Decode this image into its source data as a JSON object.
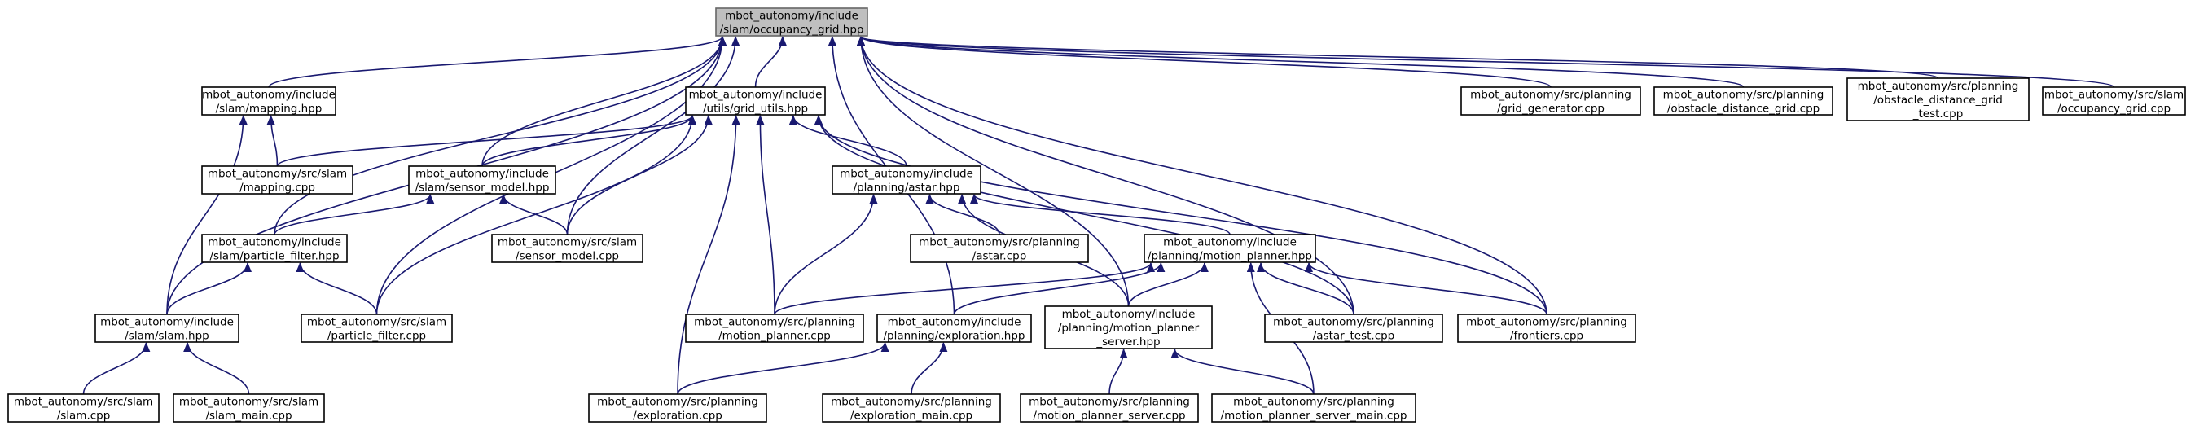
{
  "colors": {
    "edge": "#191970",
    "root_fill": "#bfbfbf",
    "node_border": "#000000"
  },
  "nodes": {
    "occupancy_grid_hpp": [
      "mbot_autonomy/include",
      "/slam/occupancy_grid.hpp"
    ],
    "mapping_hpp": [
      "mbot_autonomy/include",
      "/slam/mapping.hpp"
    ],
    "grid_utils_hpp": [
      "mbot_autonomy/include",
      "/utils/grid_utils.hpp"
    ],
    "grid_generator_cpp": [
      "mbot_autonomy/src/planning",
      "/grid_generator.cpp"
    ],
    "obstacle_distance_grid_cpp": [
      "mbot_autonomy/src/planning",
      "/obstacle_distance_grid.cpp"
    ],
    "obstacle_distance_grid_test_cpp": [
      "mbot_autonomy/src/planning",
      "/obstacle_distance_grid",
      "_test.cpp"
    ],
    "occupancy_grid_cpp": [
      "mbot_autonomy/src/slam",
      "/occupancy_grid.cpp"
    ],
    "mapping_cpp": [
      "mbot_autonomy/src/slam",
      "/mapping.cpp"
    ],
    "sensor_model_hpp": [
      "mbot_autonomy/include",
      "/slam/sensor_model.hpp"
    ],
    "astar_hpp": [
      "mbot_autonomy/include",
      "/planning/astar.hpp"
    ],
    "particle_filter_hpp": [
      "mbot_autonomy/include",
      "/slam/particle_filter.hpp"
    ],
    "sensor_model_cpp": [
      "mbot_autonomy/src/slam",
      "/sensor_model.cpp"
    ],
    "astar_cpp": [
      "mbot_autonomy/src/planning",
      "/astar.cpp"
    ],
    "motion_planner_hpp": [
      "mbot_autonomy/include",
      "/planning/motion_planner.hpp"
    ],
    "slam_hpp": [
      "mbot_autonomy/include",
      "/slam/slam.hpp"
    ],
    "particle_filter_cpp": [
      "mbot_autonomy/src/slam",
      "/particle_filter.cpp"
    ],
    "motion_planner_cpp": [
      "mbot_autonomy/src/planning",
      "/motion_planner.cpp"
    ],
    "exploration_hpp": [
      "mbot_autonomy/include",
      "/planning/exploration.hpp"
    ],
    "motion_planner_server_hpp": [
      "mbot_autonomy/include",
      "/planning/motion_planner",
      "_server.hpp"
    ],
    "astar_test_cpp": [
      "mbot_autonomy/src/planning",
      "/astar_test.cpp"
    ],
    "frontiers_cpp": [
      "mbot_autonomy/src/planning",
      "/frontiers.cpp"
    ],
    "slam_cpp": [
      "mbot_autonomy/src/slam",
      "/slam.cpp"
    ],
    "slam_main_cpp": [
      "mbot_autonomy/src/slam",
      "/slam_main.cpp"
    ],
    "exploration_cpp": [
      "mbot_autonomy/src/planning",
      "/exploration.cpp"
    ],
    "exploration_main_cpp": [
      "mbot_autonomy/src/planning",
      "/exploration_main.cpp"
    ],
    "motion_planner_server_cpp": [
      "mbot_autonomy/src/planning",
      "/motion_planner_server.cpp"
    ],
    "motion_planner_server_main_cpp": [
      "mbot_autonomy/src/planning",
      "/motion_planner_server_main.cpp"
    ]
  },
  "edges": [
    [
      "mapping_hpp",
      "occupancy_grid_hpp"
    ],
    [
      "grid_utils_hpp",
      "occupancy_grid_hpp"
    ],
    [
      "grid_generator_cpp",
      "occupancy_grid_hpp"
    ],
    [
      "obstacle_distance_grid_cpp",
      "occupancy_grid_hpp"
    ],
    [
      "obstacle_distance_grid_test_cpp",
      "occupancy_grid_hpp"
    ],
    [
      "occupancy_grid_cpp",
      "occupancy_grid_hpp"
    ],
    [
      "sensor_model_hpp",
      "occupancy_grid_hpp"
    ],
    [
      "particle_filter_hpp",
      "occupancy_grid_hpp"
    ],
    [
      "sensor_model_cpp",
      "occupancy_grid_hpp"
    ],
    [
      "slam_hpp",
      "occupancy_grid_hpp"
    ],
    [
      "particle_filter_cpp",
      "occupancy_grid_hpp"
    ],
    [
      "exploration_hpp",
      "occupancy_grid_hpp"
    ],
    [
      "motion_planner_server_hpp",
      "occupancy_grid_hpp"
    ],
    [
      "astar_test_cpp",
      "occupancy_grid_hpp"
    ],
    [
      "frontiers_cpp",
      "occupancy_grid_hpp"
    ],
    [
      "mapping_cpp",
      "mapping_hpp"
    ],
    [
      "slam_hpp",
      "mapping_hpp"
    ],
    [
      "mapping_cpp",
      "grid_utils_hpp"
    ],
    [
      "sensor_model_hpp",
      "grid_utils_hpp"
    ],
    [
      "sensor_model_cpp",
      "grid_utils_hpp"
    ],
    [
      "astar_hpp",
      "grid_utils_hpp"
    ],
    [
      "particle_filter_cpp",
      "grid_utils_hpp"
    ],
    [
      "motion_planner_cpp",
      "grid_utils_hpp"
    ],
    [
      "exploration_cpp",
      "grid_utils_hpp"
    ],
    [
      "astar_test_cpp",
      "grid_utils_hpp"
    ],
    [
      "frontiers_cpp",
      "grid_utils_hpp"
    ],
    [
      "particle_filter_hpp",
      "sensor_model_hpp"
    ],
    [
      "sensor_model_cpp",
      "sensor_model_hpp"
    ],
    [
      "astar_cpp",
      "astar_hpp"
    ],
    [
      "motion_planner_hpp",
      "astar_hpp"
    ],
    [
      "motion_planner_cpp",
      "astar_hpp"
    ],
    [
      "motion_planner_server_hpp",
      "astar_hpp"
    ],
    [
      "slam_hpp",
      "particle_filter_hpp"
    ],
    [
      "particle_filter_cpp",
      "particle_filter_hpp"
    ],
    [
      "motion_planner_cpp",
      "motion_planner_hpp"
    ],
    [
      "exploration_hpp",
      "motion_planner_hpp"
    ],
    [
      "motion_planner_server_hpp",
      "motion_planner_hpp"
    ],
    [
      "astar_test_cpp",
      "motion_planner_hpp"
    ],
    [
      "frontiers_cpp",
      "motion_planner_hpp"
    ],
    [
      "motion_planner_server_main_cpp",
      "motion_planner_hpp"
    ],
    [
      "slam_cpp",
      "slam_hpp"
    ],
    [
      "slam_main_cpp",
      "slam_hpp"
    ],
    [
      "exploration_cpp",
      "exploration_hpp"
    ],
    [
      "exploration_main_cpp",
      "exploration_hpp"
    ],
    [
      "motion_planner_server_cpp",
      "motion_planner_server_hpp"
    ],
    [
      "motion_planner_server_main_cpp",
      "motion_planner_server_hpp"
    ]
  ]
}
